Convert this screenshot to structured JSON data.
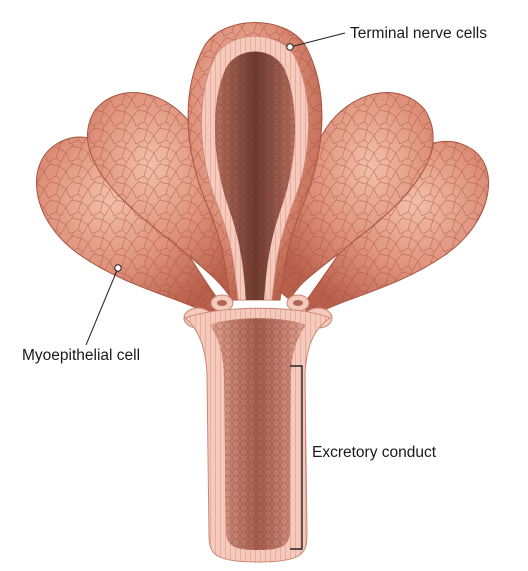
{
  "labels": {
    "terminal_nerve_cells": "Terminal nerve cells",
    "myoepithelial_cell": "Myoepithelial cell",
    "excretory_conduct": "Excretory conduct"
  },
  "colors": {
    "background": "#ffffff",
    "lobe_light": "#ecae98",
    "lobe_mid": "#d98a74",
    "lobe_dark": "#b8604d",
    "lumen_dark": "#6e3a30",
    "epithelium": "#f6c9bd",
    "cell_line": "#9e4a3b",
    "leader_line": "#222222"
  }
}
